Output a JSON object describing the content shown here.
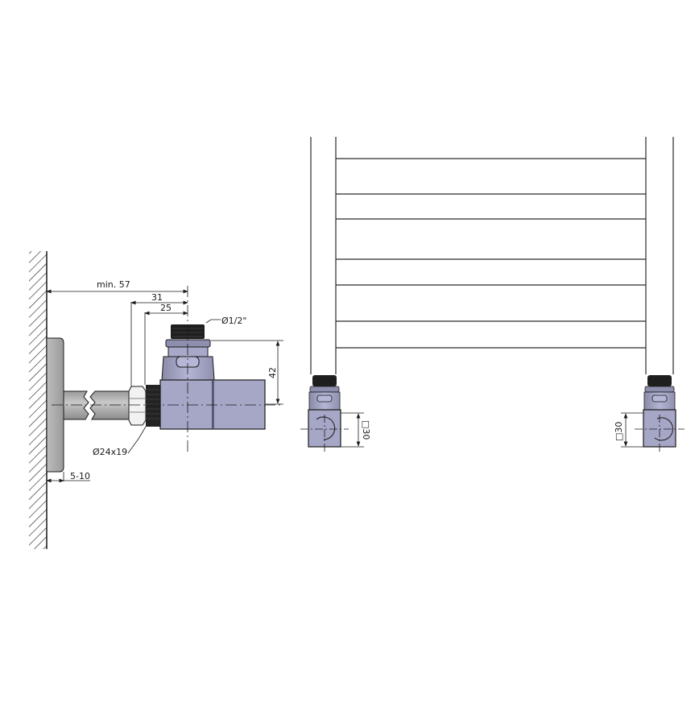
{
  "diagram": {
    "type": "technical drawing",
    "subject": "radiator angle valve connection and towel rail radiator",
    "views": {
      "side": {
        "labels": {
          "wall_distance": "min. 57",
          "dim_31": "31",
          "dim_25": "25",
          "thread": "Ø1/2\"",
          "height_42": "42",
          "nut": "Ø24x19",
          "rosette": "5-10"
        }
      },
      "front": {
        "bars_count": 7,
        "left_valve_label": "□30",
        "right_valve_label": "□30"
      }
    },
    "colors": {
      "line": "#1a1a1a",
      "valve_body": "#a4a4c8",
      "valve_dark": "#7c7c9c",
      "pipe": "#b4b4b4",
      "thread": "#1e1e1e"
    }
  }
}
